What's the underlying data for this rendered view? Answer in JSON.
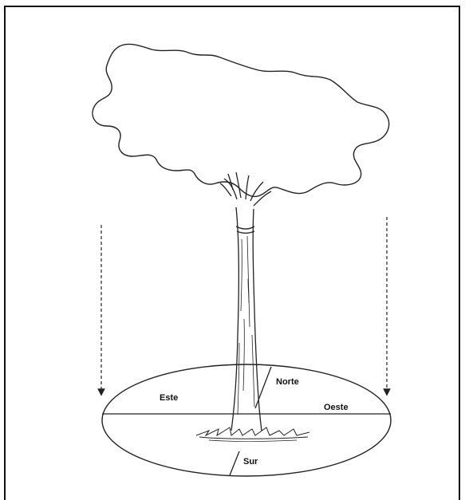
{
  "labels": {
    "north": "Norte",
    "south": "Sur",
    "east": "Este",
    "west": "Oeste"
  },
  "colors": {
    "line": "#222222",
    "background": "#ffffff"
  }
}
